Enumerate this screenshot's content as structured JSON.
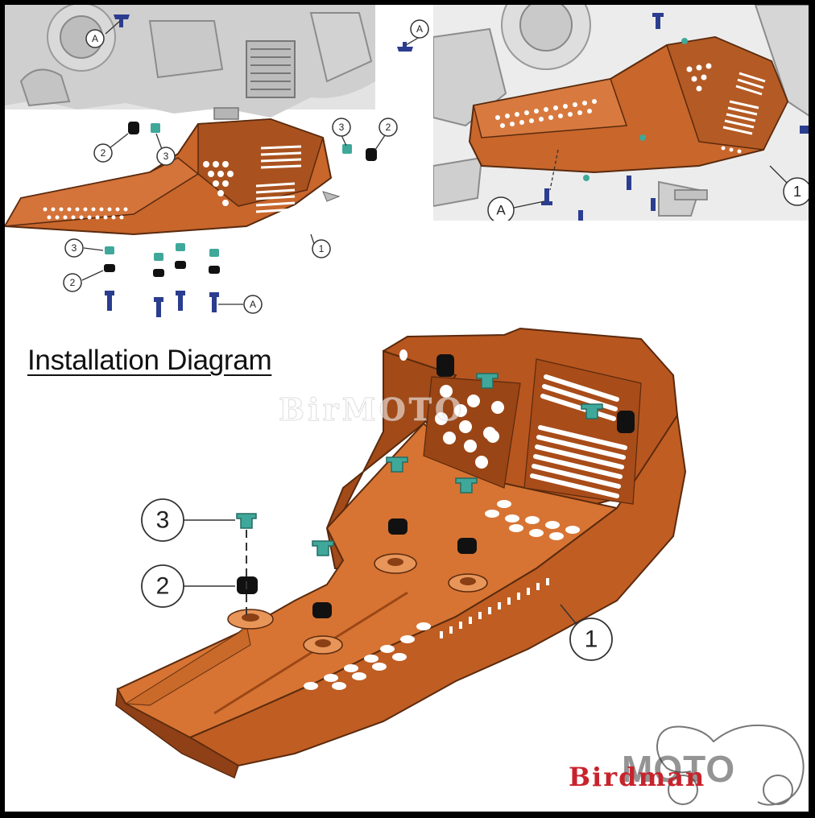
{
  "title": "Installation Diagram",
  "watermark": "BirMOTO",
  "brand": {
    "red": "Birdman",
    "grey": "MOTO"
  },
  "callouts": {
    "skid_plate": "1",
    "rubber_grommet": "2",
    "collar": "3",
    "bolt": "A"
  },
  "colors": {
    "plate": "#c8662b",
    "plate_dark": "#8a3f14",
    "plate_light": "#e48a47",
    "bolt": "#2b3d8f",
    "collar": "#3fa89a",
    "grommet": "#111111",
    "brand_red": "#c8232c"
  }
}
